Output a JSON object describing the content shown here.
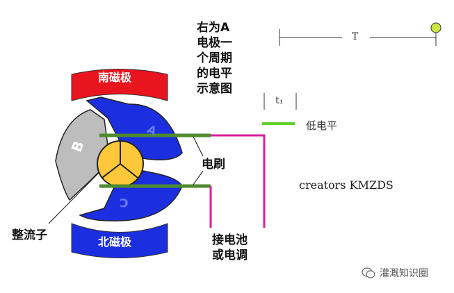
{
  "labels": {
    "south_pole": "南磁极",
    "north_pole": "北磁极",
    "rotor_b": "B",
    "rotor_a": "A",
    "rotor_c": "C",
    "commutator": "整流子",
    "brush": "电刷",
    "battery": [
      "接电池",
      "或电调"
    ],
    "right_note": [
      "右为A",
      "电极一",
      "个周期",
      "的电平",
      "示意图"
    ],
    "period": "T",
    "t1": "t₁",
    "low_level": "低电平",
    "credit": "creators KMZDS",
    "watermark": "灌溉知识圈"
  },
  "colors": {
    "magnet_red": "#e8141e",
    "rotor_blue": "#1c2fe0",
    "rotor_gray": "#bdbdbd",
    "commutator_yellow": "#ffc83a",
    "brush_green": "#4e8a2e",
    "wire_magenta": "#d81e9c",
    "signal_green": "#66d12c",
    "dot_yellowgreen": "#c7e840"
  }
}
